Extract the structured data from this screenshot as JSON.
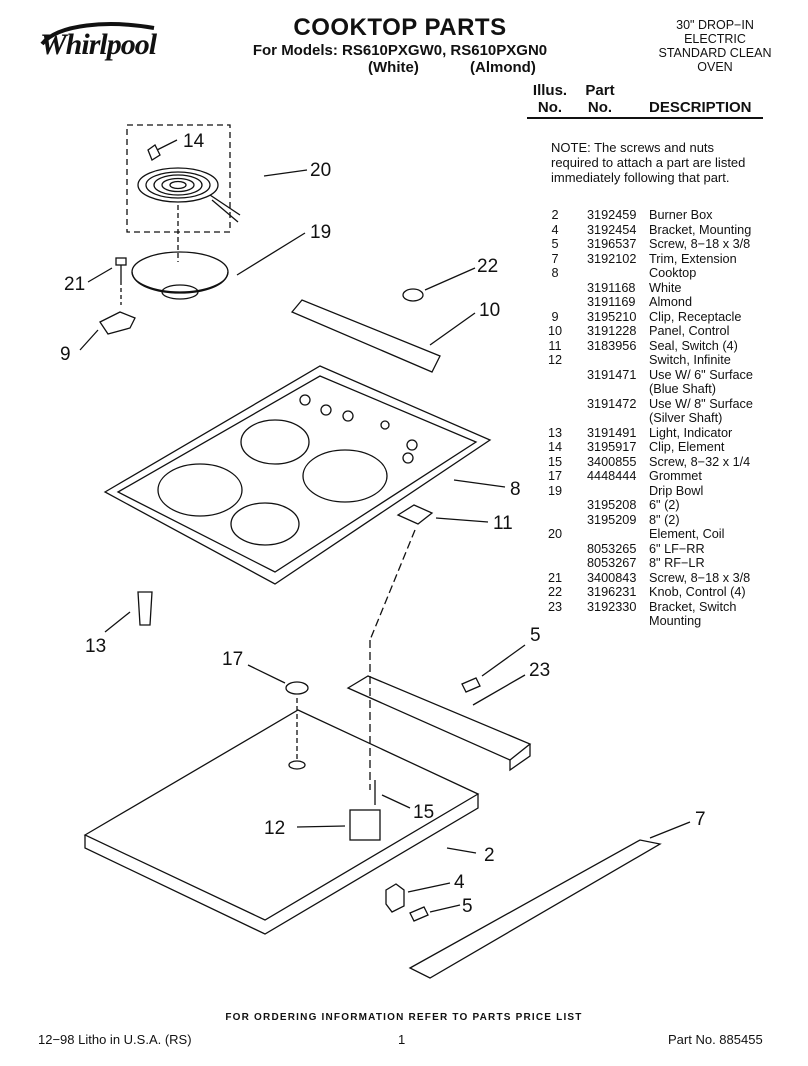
{
  "brand": {
    "name": "Whirlpool"
  },
  "header": {
    "title": "COOKTOP PARTS",
    "models": "For Models: RS610PXGW0, RS610PXGN0",
    "color_white": "(White)",
    "color_almond": "(Almond)",
    "product_lines": [
      "30\" DROP−IN",
      "ELECTRIC",
      "STANDARD CLEAN",
      "OVEN"
    ]
  },
  "table_header": {
    "illus_1": "Illus.",
    "illus_2": "No.",
    "part_1": "Part",
    "part_2": "No.",
    "desc": "DESCRIPTION"
  },
  "note": "NOTE: The screws and nuts required to attach a part are listed immediately following that part.",
  "parts": [
    {
      "illus": "2",
      "part": "3192459",
      "desc": "Burner Box"
    },
    {
      "illus": "4",
      "part": "3192454",
      "desc": "Bracket, Mounting"
    },
    {
      "illus": "5",
      "part": "3196537",
      "desc": "Screw, 8−18 x 3/8"
    },
    {
      "illus": "7",
      "part": "3192102",
      "desc": "Trim, Extension"
    },
    {
      "illus": "8",
      "part": "",
      "desc": "Cooktop"
    },
    {
      "illus": "",
      "part": "3191168",
      "desc": "White"
    },
    {
      "illus": "",
      "part": "3191169",
      "desc": "Almond"
    },
    {
      "illus": "9",
      "part": "3195210",
      "desc": "Clip, Receptacle"
    },
    {
      "illus": "10",
      "part": "3191228",
      "desc": "Panel, Control"
    },
    {
      "illus": "11",
      "part": "3183956",
      "desc": "Seal, Switch (4)"
    },
    {
      "illus": "12",
      "part": "",
      "desc": "Switch, Infinite"
    },
    {
      "illus": "",
      "part": "3191471",
      "desc": "Use W/ 6\" Surface"
    },
    {
      "illus": "",
      "part": "",
      "desc": "(Blue Shaft)"
    },
    {
      "illus": "",
      "part": "3191472",
      "desc": "Use W/ 8\" Surface"
    },
    {
      "illus": "",
      "part": "",
      "desc": "(Silver Shaft)"
    },
    {
      "illus": "13",
      "part": "3191491",
      "desc": "Light, Indicator"
    },
    {
      "illus": "14",
      "part": "3195917",
      "desc": "Clip, Element"
    },
    {
      "illus": "15",
      "part": "3400855",
      "desc": "Screw, 8−32 x 1/4"
    },
    {
      "illus": "17",
      "part": "4448444",
      "desc": "Grommet"
    },
    {
      "illus": "19",
      "part": "",
      "desc": "Drip Bowl"
    },
    {
      "illus": "",
      "part": "3195208",
      "desc": "6\" (2)"
    },
    {
      "illus": "",
      "part": "3195209",
      "desc": "8\" (2)"
    },
    {
      "illus": "20",
      "part": "",
      "desc": "Element, Coil"
    },
    {
      "illus": "",
      "part": "8053265",
      "desc": "6\" LF−RR"
    },
    {
      "illus": "",
      "part": "8053267",
      "desc": "8\" RF−LR"
    },
    {
      "illus": "21",
      "part": "3400843",
      "desc": "Screw, 8−18 x 3/8"
    },
    {
      "illus": "22",
      "part": "3196231",
      "desc": "Knob, Control (4)"
    },
    {
      "illus": "23",
      "part": "3192330",
      "desc": "Bracket, Switch"
    },
    {
      "illus": "",
      "part": "",
      "desc": "Mounting"
    }
  ],
  "callouts": {
    "c14": "14",
    "c20": "20",
    "c19": "19",
    "c21": "21",
    "c22": "22",
    "c10": "10",
    "c9": "9",
    "c8": "8",
    "c11": "11",
    "c13": "13",
    "c5a": "5",
    "c17": "17",
    "c23": "23",
    "c15": "15",
    "c12": "12",
    "c7": "7",
    "c2": "2",
    "c4": "4",
    "c5b": "5"
  },
  "footer": {
    "ordering": "FOR ORDERING INFORMATION REFER TO PARTS PRICE LIST",
    "litho": "12−98 Litho in U.S.A. (RS)",
    "page": "1",
    "part_no": "Part No. 885455"
  }
}
